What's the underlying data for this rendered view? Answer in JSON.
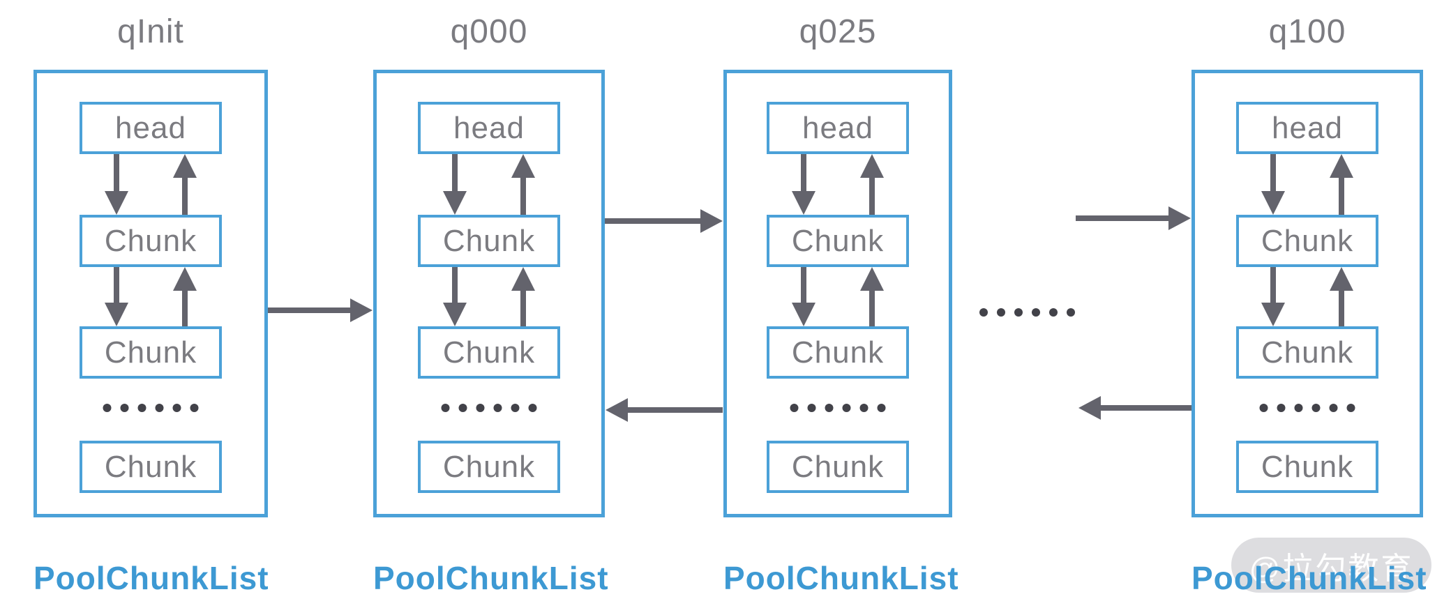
{
  "diagram": {
    "title_row": [
      "qInit",
      "q000",
      "q025",
      "q100"
    ],
    "columns": [
      {
        "title": "qInit",
        "nodes": [
          "head",
          "Chunk",
          "Chunk",
          "Chunk"
        ],
        "label": "PoolChunkList"
      },
      {
        "title": "q000",
        "nodes": [
          "head",
          "Chunk",
          "Chunk",
          "Chunk"
        ],
        "label": "PoolChunkList"
      },
      {
        "title": "q025",
        "nodes": [
          "head",
          "Chunk",
          "Chunk",
          "Chunk"
        ],
        "label": "PoolChunkList"
      },
      {
        "title": "q100",
        "nodes": [
          "head",
          "Chunk",
          "Chunk",
          "Chunk"
        ],
        "label": "PoolChunkList"
      }
    ],
    "edges": [
      {
        "from": "qInit",
        "to": "q000",
        "type": "arrow-right"
      },
      {
        "from": "q000",
        "to": "q025",
        "type": "arrow-right"
      },
      {
        "from": "q025",
        "to": "q000",
        "type": "arrow-left"
      },
      {
        "from": "q025",
        "to": "q100",
        "type": "arrow-right"
      },
      {
        "from": "q100",
        "to": "q025",
        "type": "arrow-left"
      }
    ],
    "ellipsis_between_columns": {
      "from": "q025",
      "to": "q100",
      "dot_count": 6
    },
    "ellipsis_inside_each_column_dot_count": 6,
    "internal_links": "head <-> Chunk <-> Chunk (bidirectional vertical arrows), ellipsis, Chunk",
    "watermark": {
      "text": "@拉勾教育"
    },
    "colors": {
      "box_border_blue": "#4BA1D8",
      "label_blue": "#3D99D3",
      "text_gray": "#7B7B80",
      "arrow_gray": "#63636C",
      "dot_dark": "#424249",
      "watermark_bg": "#C7C7CB",
      "watermark_text": "#FFFFFF",
      "background": "#FFFFFF"
    }
  }
}
